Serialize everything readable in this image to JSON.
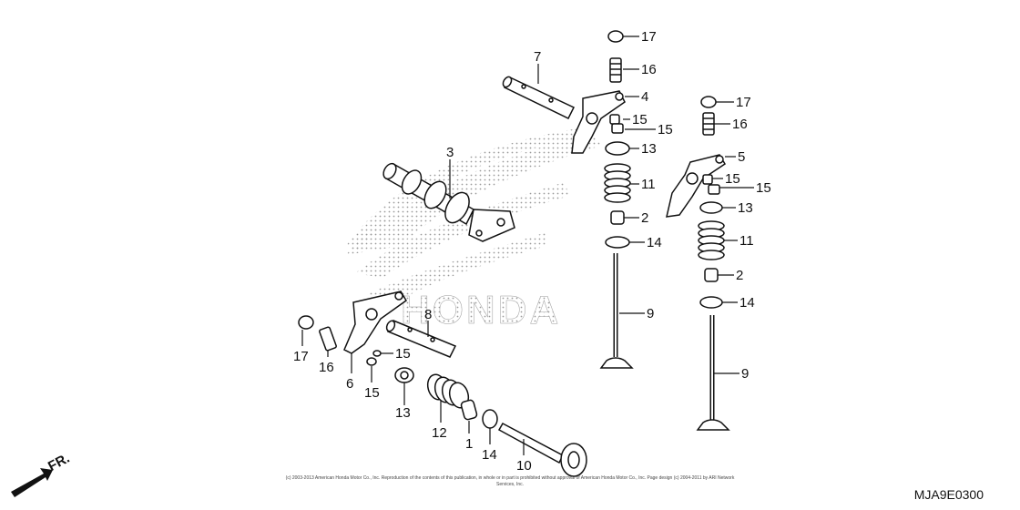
{
  "diagram": {
    "callouts": {
      "c17a": "17",
      "c16a": "16",
      "c7": "7",
      "c4": "4",
      "c15a": "15",
      "c15b": "15",
      "c3": "3",
      "c13a": "13",
      "c11a": "11",
      "c2a": "2",
      "c14a": "14",
      "c9a": "9",
      "c17b": "17",
      "c16b": "16",
      "c5": "5",
      "c15c": "15",
      "c15d": "15",
      "c13b": "13",
      "c11b": "11",
      "c2b": "2",
      "c14b": "14",
      "c9b": "9",
      "c8": "8",
      "c17c": "17",
      "c16c": "16",
      "c6": "6",
      "c15e": "15",
      "c15f": "15",
      "c13c": "13",
      "c12": "12",
      "c1": "1",
      "c14c": "14",
      "c10": "10"
    },
    "watermark_text": "HONDA",
    "front_label": "FR.",
    "drawing_code": "MJA9E0300",
    "copyright": "(c) 2003-2013 American Honda Motor Co., Inc. Reproduction of the contents of this publication, in whole or in part is prohibited without approval of American Honda Motor Co., Inc. Page design (c) 2004-2011 by ARI Network Services, Inc."
  }
}
